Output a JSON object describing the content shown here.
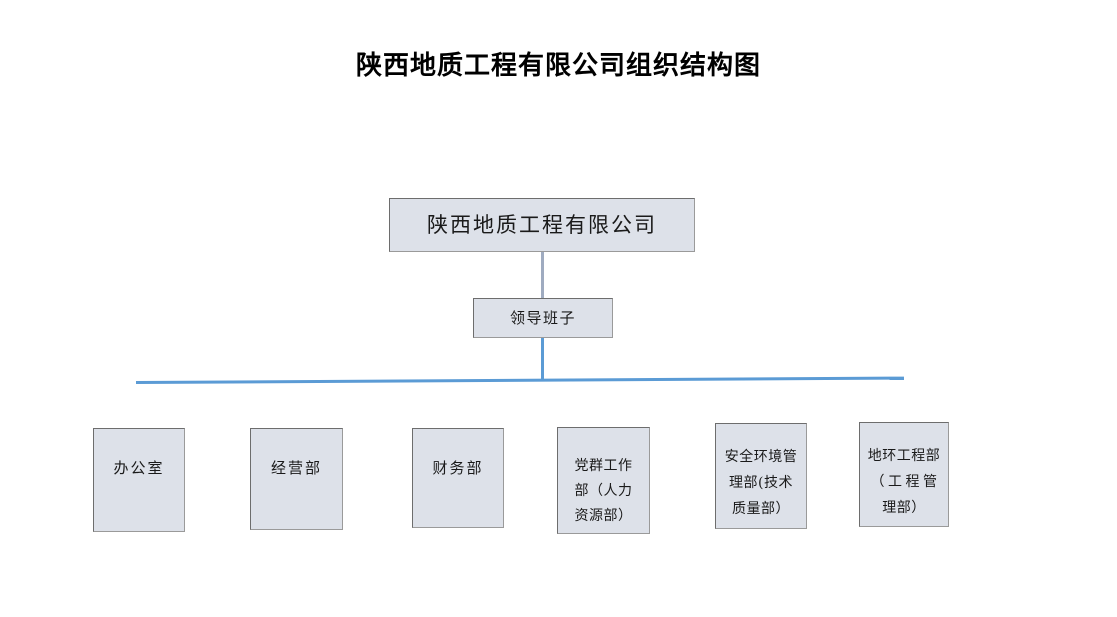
{
  "document": {
    "title": "陕西地质工程有限公司组织结构图"
  },
  "org_chart": {
    "root": {
      "label": "陕西地质工程有限公司"
    },
    "leadership": {
      "label": "领导班子"
    },
    "departments": [
      {
        "name": "office",
        "lines": [
          "办公室"
        ]
      },
      {
        "name": "business",
        "lines": [
          "经营部"
        ]
      },
      {
        "name": "finance",
        "lines": [
          "财务部"
        ]
      },
      {
        "name": "party-hr",
        "lines": [
          "党群工作",
          "部（人力",
          "资源部）"
        ]
      },
      {
        "name": "safety-environment",
        "lines": [
          "安全环境管",
          "理部(技术",
          "质量部）"
        ]
      },
      {
        "name": "geo-engineering",
        "lines": [
          "地环工程部",
          "（工程管",
          "理部）"
        ]
      }
    ]
  },
  "colors": {
    "box_fill": "#dde1e9",
    "box_border": "#7d7d7d",
    "connector_blue": "#5b9bd5",
    "connector_grey": "#9fabc0",
    "text": "#1a1a1a",
    "background": "#ffffff"
  }
}
